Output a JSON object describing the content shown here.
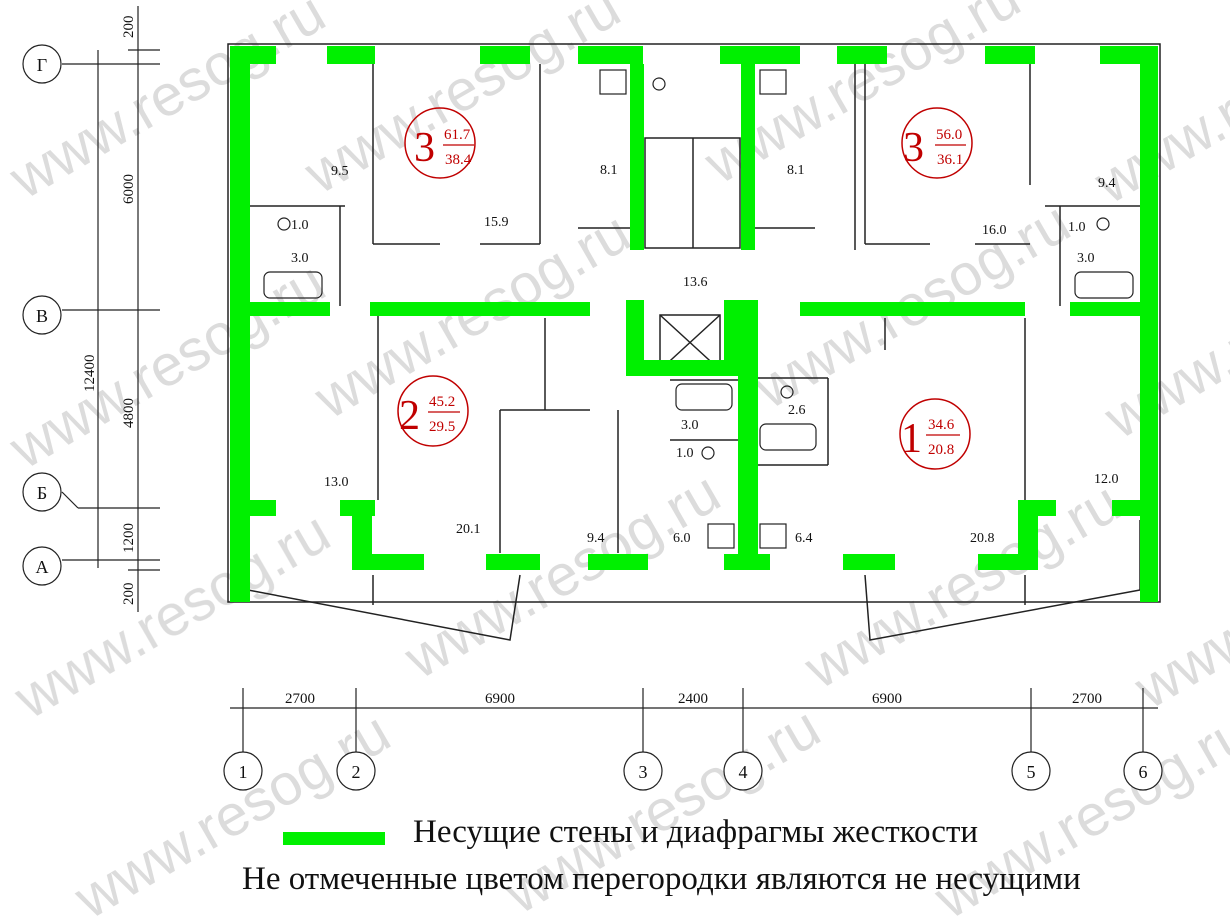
{
  "colors": {
    "load_bearing": "#00f000",
    "apartment_badge": "#c00000",
    "line": "#222222",
    "watermark": "#d6d6d6"
  },
  "watermark_text": "www.resog.ru",
  "axes": {
    "letters": [
      "Г",
      "В",
      "Б",
      "А"
    ],
    "numbers": [
      "1",
      "2",
      "3",
      "4",
      "5",
      "6"
    ]
  },
  "dimensions": {
    "vertical_outer": "12400",
    "vertical": [
      "200",
      "6000",
      "4800",
      "1200",
      "200"
    ],
    "horizontal": [
      "2700",
      "6900",
      "2400",
      "6900",
      "2700"
    ]
  },
  "apartments": [
    {
      "rooms": "3",
      "total": "61.7",
      "living": "38.4"
    },
    {
      "rooms": "3",
      "total": "56.0",
      "living": "36.1"
    },
    {
      "rooms": "2",
      "total": "45.2",
      "living": "29.5"
    },
    {
      "rooms": "1",
      "total": "34.6",
      "living": "20.8"
    }
  ],
  "room_areas": [
    "9.5",
    "15.9",
    "8.1",
    "8.1",
    "13.6",
    "16.0",
    "9.4",
    "1.0",
    "3.0",
    "1.0",
    "3.0",
    "13.0",
    "20.1",
    "9.4",
    "6.0",
    "3.0",
    "1.0",
    "2.6",
    "6.4",
    "20.8",
    "12.0"
  ],
  "legend": {
    "load_bearing": "Несущие стены и  диафрагмы жесткости",
    "note": "Не отмеченные цветом перегородки являются не несущими"
  }
}
